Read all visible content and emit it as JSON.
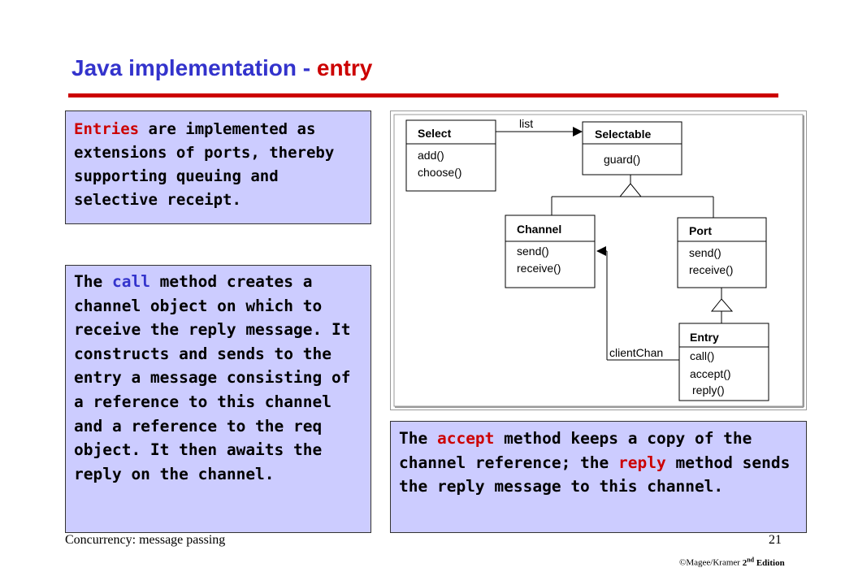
{
  "slide": {
    "title_main": "Java implementation - ",
    "title_highlight": "entry",
    "footer_left": "Concurrency: message passing",
    "page_number": "21",
    "copyright_prefix": "©Magee/Kramer ",
    "copyright_edition_num": "2",
    "copyright_edition_sup": "nd",
    "copyright_edition_suffix": " Edition"
  },
  "box1": {
    "kw": "Entries",
    "text": " are implemented as extensions of ports, thereby supporting queuing and selective receipt."
  },
  "box2": {
    "pre": "The ",
    "kw": "call",
    "text": " method creates a channel object on which to receive the reply message. It constructs and sends to the entry a message consisting of a reference to this channel and a reference to the req object. It then awaits the reply on the channel."
  },
  "box3": {
    "pre": "The ",
    "kw1": "accept",
    "mid": " method keeps a copy of the channel reference; the ",
    "kw2": "reply",
    "post": " method sends the reply message to this channel."
  },
  "diagram": {
    "classes": {
      "select": {
        "name": "Select",
        "methods": [
          "add()",
          "choose()"
        ]
      },
      "selectable": {
        "name": "Selectable",
        "methods": [
          "guard()"
        ]
      },
      "channel": {
        "name": "Channel",
        "methods": [
          "send()",
          "receive()"
        ]
      },
      "port": {
        "name": "Port",
        "methods": [
          "send()",
          "receive()"
        ]
      },
      "entry": {
        "name": "Entry",
        "methods": [
          "call()",
          "accept()",
          "reply()"
        ]
      }
    },
    "labels": {
      "list": "list",
      "client_chan": "clientChan"
    }
  }
}
